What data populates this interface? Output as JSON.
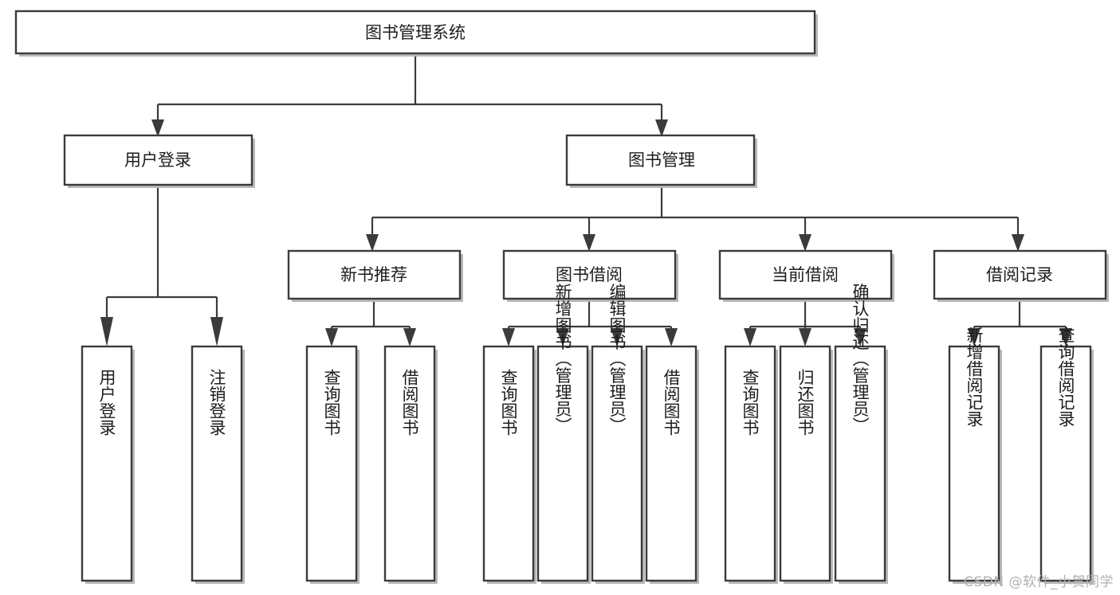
{
  "diagram": {
    "type": "tree",
    "title": "图书管理系统",
    "watermark": "CSDN @软件_小贺同学",
    "colors": {
      "box_stroke": "#3b3b3b",
      "box_fill": "#ffffff",
      "connector": "#3b3b3b",
      "text": "#1d1d1d",
      "background": "#ffffff",
      "watermark": "#b0b0b0"
    },
    "levels": {
      "root": "图书管理系统",
      "level2": [
        "用户登录",
        "图书管理"
      ],
      "level3": [
        "新书推荐",
        "图书借阅",
        "当前借阅",
        "借阅记录"
      ]
    },
    "nodes": {
      "root": {
        "label": "图书管理系统",
        "orientation": "horizontal"
      },
      "user_login": {
        "label": "用户登录",
        "orientation": "horizontal"
      },
      "book_mgmt": {
        "label": "图书管理",
        "orientation": "horizontal"
      },
      "new_book_rec": {
        "label": "新书推荐",
        "orientation": "horizontal"
      },
      "book_borrow": {
        "label": "图书借阅",
        "orientation": "horizontal"
      },
      "current_borrow": {
        "label": "当前借阅",
        "orientation": "horizontal"
      },
      "borrow_record": {
        "label": "借阅记录",
        "orientation": "horizontal"
      },
      "leaf_user_login": {
        "label": "用户登录",
        "orientation": "vertical"
      },
      "leaf_logout": {
        "label": "注销登录",
        "orientation": "vertical"
      },
      "leaf_query_book_1": {
        "label": "查询图书",
        "orientation": "vertical"
      },
      "leaf_borrow_book_1": {
        "label": "借阅图书",
        "orientation": "vertical"
      },
      "leaf_query_book_2": {
        "label": "查询图书",
        "orientation": "vertical"
      },
      "leaf_add_book": {
        "label": "新增图书（管理员）",
        "orientation": "vertical"
      },
      "leaf_edit_book": {
        "label": "编辑图书（管理员）",
        "orientation": "vertical"
      },
      "leaf_borrow_book_2": {
        "label": "借阅图书",
        "orientation": "vertical"
      },
      "leaf_query_book_3": {
        "label": "查询图书",
        "orientation": "vertical"
      },
      "leaf_return_book": {
        "label": "归还图书",
        "orientation": "vertical"
      },
      "leaf_confirm_return": {
        "label": "确认归还（管理员）",
        "orientation": "vertical"
      },
      "leaf_add_record": {
        "label": "新增借阅记录",
        "orientation": "vertical"
      },
      "leaf_query_record": {
        "label": "查询借阅记录",
        "orientation": "vertical"
      }
    },
    "edges": [
      {
        "from": "root",
        "to": "user_login"
      },
      {
        "from": "root",
        "to": "book_mgmt"
      },
      {
        "from": "user_login",
        "to": "leaf_user_login"
      },
      {
        "from": "user_login",
        "to": "leaf_logout"
      },
      {
        "from": "book_mgmt",
        "to": "new_book_rec"
      },
      {
        "from": "book_mgmt",
        "to": "book_borrow"
      },
      {
        "from": "book_mgmt",
        "to": "current_borrow"
      },
      {
        "from": "book_mgmt",
        "to": "borrow_record"
      },
      {
        "from": "new_book_rec",
        "to": "leaf_query_book_1"
      },
      {
        "from": "new_book_rec",
        "to": "leaf_borrow_book_1"
      },
      {
        "from": "book_borrow",
        "to": "leaf_query_book_2"
      },
      {
        "from": "book_borrow",
        "to": "leaf_add_book"
      },
      {
        "from": "book_borrow",
        "to": "leaf_edit_book"
      },
      {
        "from": "book_borrow",
        "to": "leaf_borrow_book_2"
      },
      {
        "from": "current_borrow",
        "to": "leaf_query_book_3"
      },
      {
        "from": "current_borrow",
        "to": "leaf_return_book"
      },
      {
        "from": "current_borrow",
        "to": "leaf_confirm_return"
      },
      {
        "from": "borrow_record",
        "to": "leaf_add_record"
      },
      {
        "from": "borrow_record",
        "to": "leaf_query_record"
      }
    ]
  }
}
